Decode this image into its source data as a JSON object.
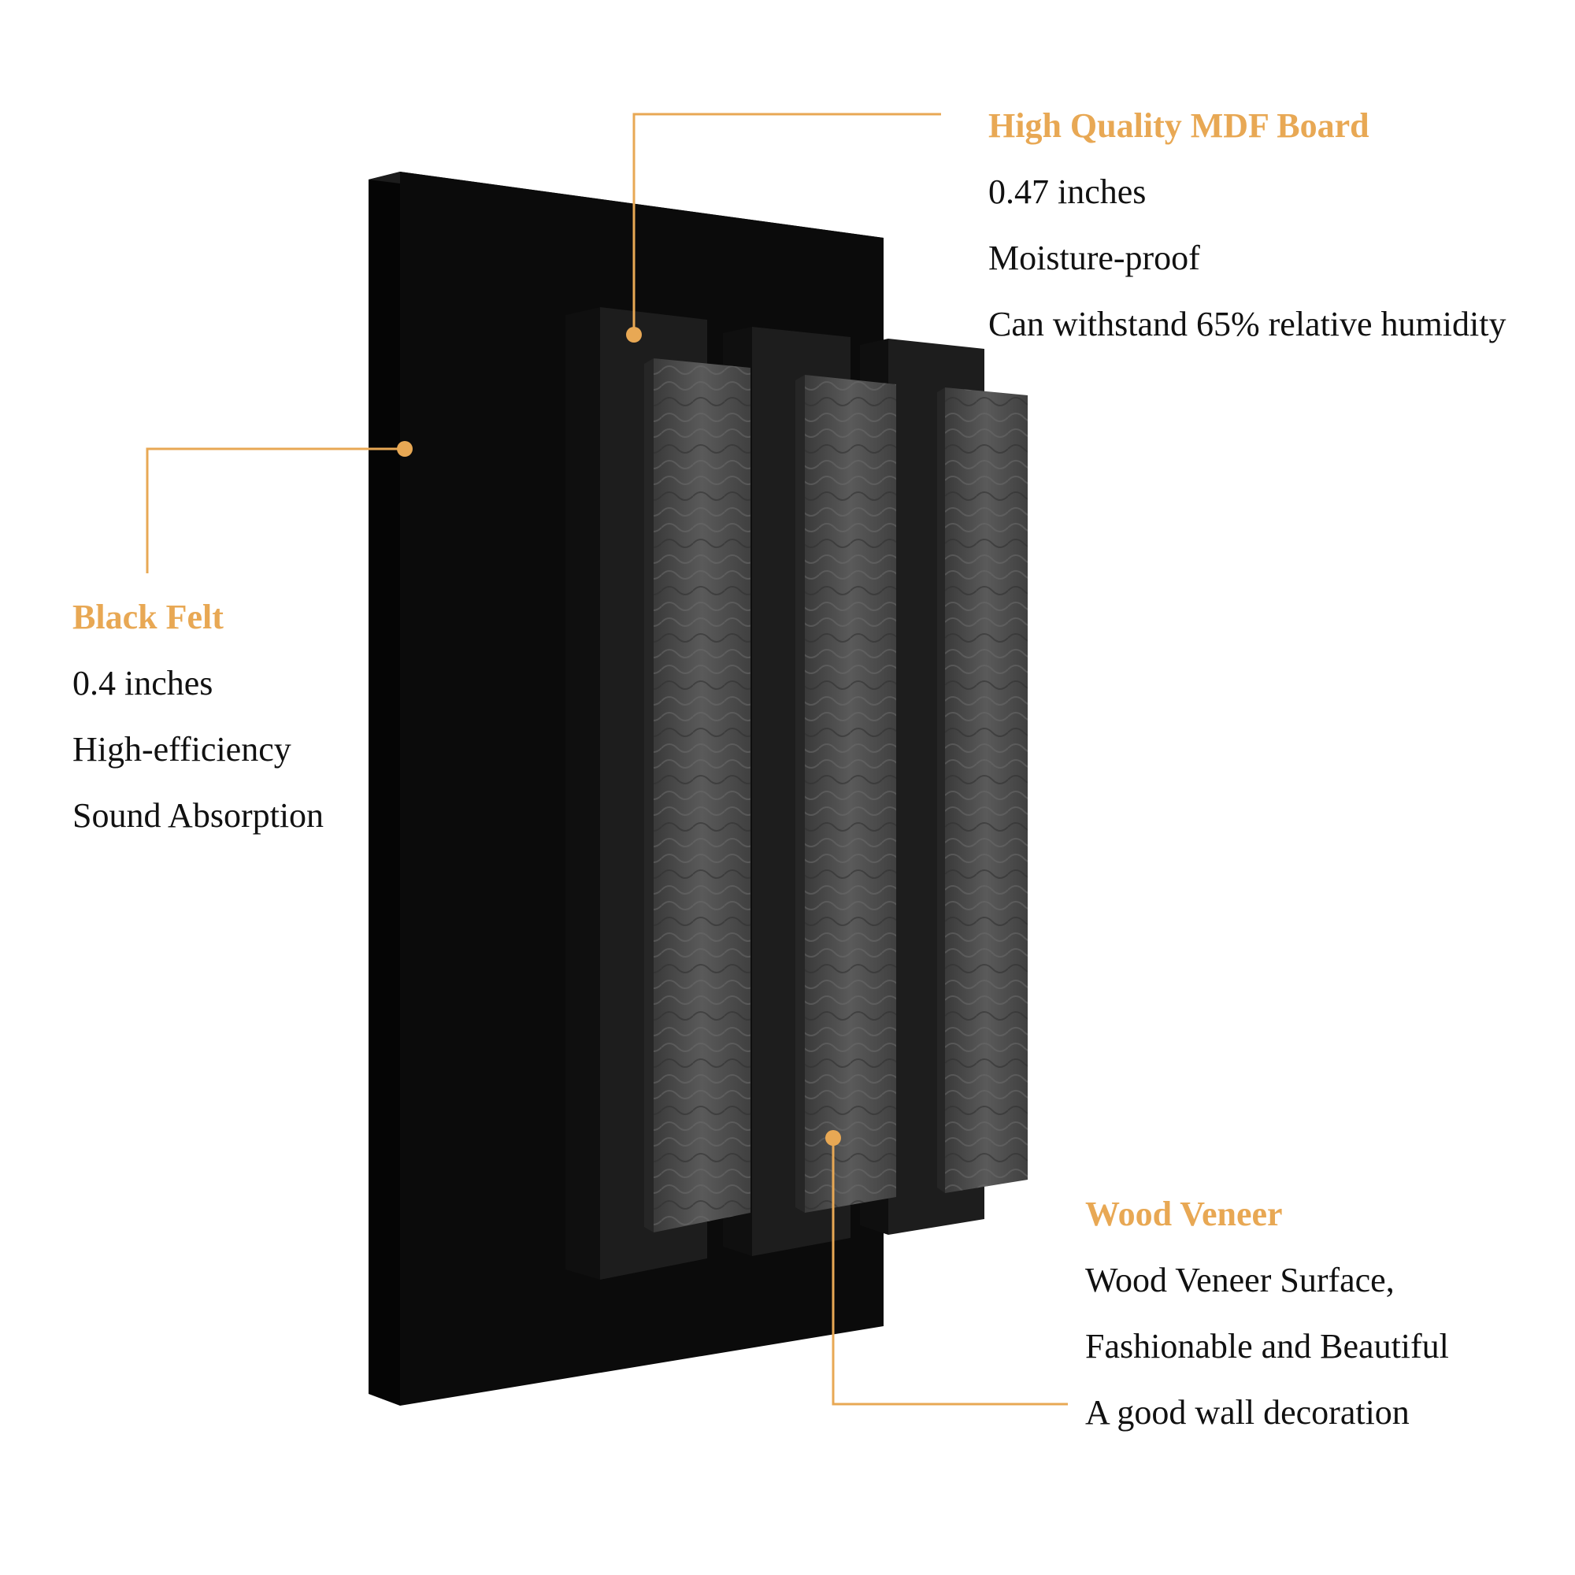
{
  "colors": {
    "accent": "#e8a854",
    "felt": "#0b0b0b",
    "mdf": "#1a1a1a",
    "veneer": "#4d4d4d",
    "text": "#111111"
  },
  "callouts": {
    "mdf": {
      "title": "High Quality MDF Board",
      "lines": [
        "0.47 inches",
        "Moisture-proof",
        "Can withstand 65% relative humidity"
      ]
    },
    "felt": {
      "title": "Black Felt",
      "lines": [
        "0.4 inches",
        "High-efficiency",
        "Sound Absorption"
      ]
    },
    "veneer": {
      "title": "Wood Veneer",
      "lines": [
        "Wood Veneer Surface,",
        "Fashionable and Beautiful",
        "A good wall decoration"
      ]
    }
  }
}
